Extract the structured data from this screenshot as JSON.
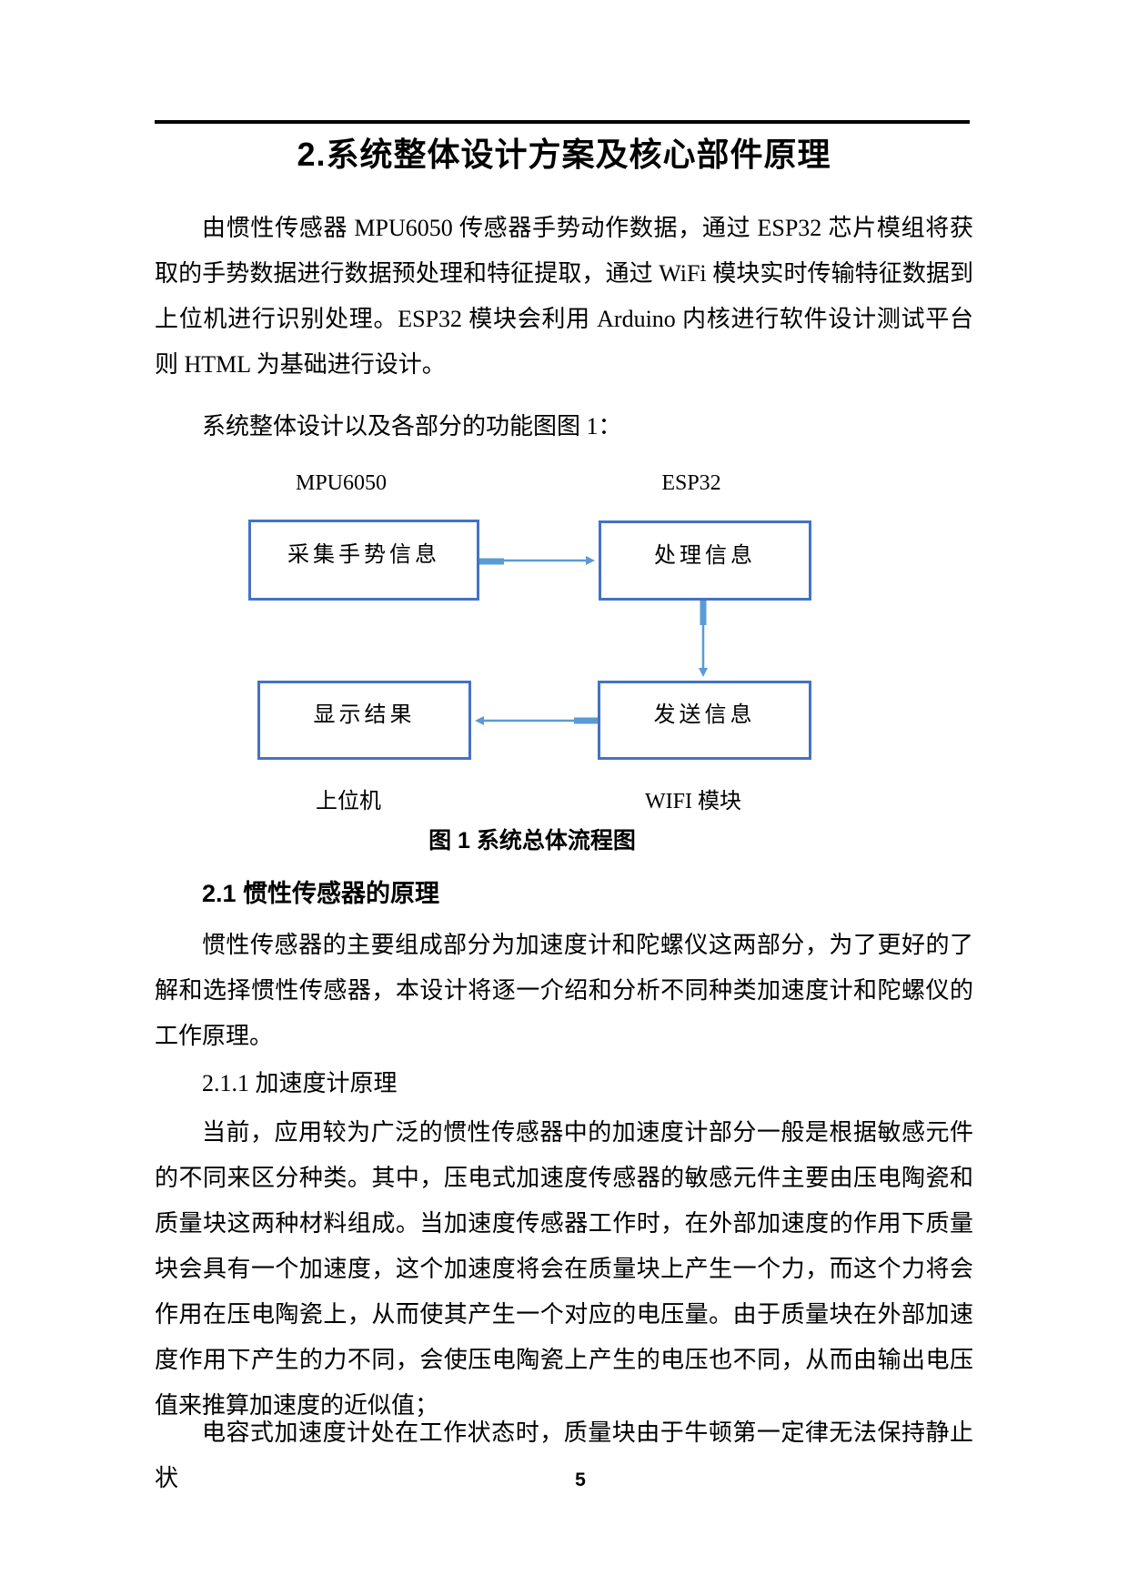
{
  "page": {
    "number": "5"
  },
  "header": {
    "title": "2.系统整体设计方案及核心部件原理"
  },
  "body": {
    "p1": "由惯性传感器 MPU6050 传感器手势动作数据，通过 ESP32 芯片模组将获取的手势数据进行数据预处理和特征提取，通过 WiFi 模块实时传输特征数据到上位机进行识别处理。ESP32 模块会利用 Arduino 内核进行软件设计测试平台则 HTML 为基础进行设计。",
    "p2": "系统整体设计以及各部分的功能图图 1：",
    "s21_heading": "2.1 惯性传感器的原理",
    "s21_p1": "惯性传感器的主要组成部分为加速度计和陀螺仪这两部分，为了更好的了解和选择惯性传感器，本设计将逐一介绍和分析不同种类加速度计和陀螺仪的工作原理。",
    "s211_heading": "2.1.1 加速度计原理",
    "s211_p1": "当前，应用较为广泛的惯性传感器中的加速度计部分一般是根据敏感元件的不同来区分种类。其中，压电式加速度传感器的敏感元件主要由压电陶瓷和质量块这两种材料组成。当加速度传感器工作时，在外部加速度的作用下质量块会具有一个加速度，这个加速度将会在质量块上产生一个力，而这个力将会作用在压电陶瓷上，从而使其产生一个对应的电压量。由于质量块在外部加速度作用下产生的力不同，会使压电陶瓷上产生的电压也不同，从而由输出电压值来推算加速度的近似值；",
    "s211_p2": "电容式加速度计处在工作状态时，质量块由于牛顿第一定律无法保持静止状"
  },
  "figure": {
    "caption": "图 1 系统总体流程图",
    "colors": {
      "box_border": "#4472C4",
      "arrow": "#5B9BD5",
      "rule": "#000000"
    },
    "nodes": [
      {
        "label": "采集手势信息",
        "tag": "MPU6050"
      },
      {
        "label": "处理信息",
        "tag": "ESP32"
      },
      {
        "label": "显示结果",
        "tag": "上位机"
      },
      {
        "label": "发送信息",
        "tag": "WIFI 模块"
      }
    ]
  }
}
